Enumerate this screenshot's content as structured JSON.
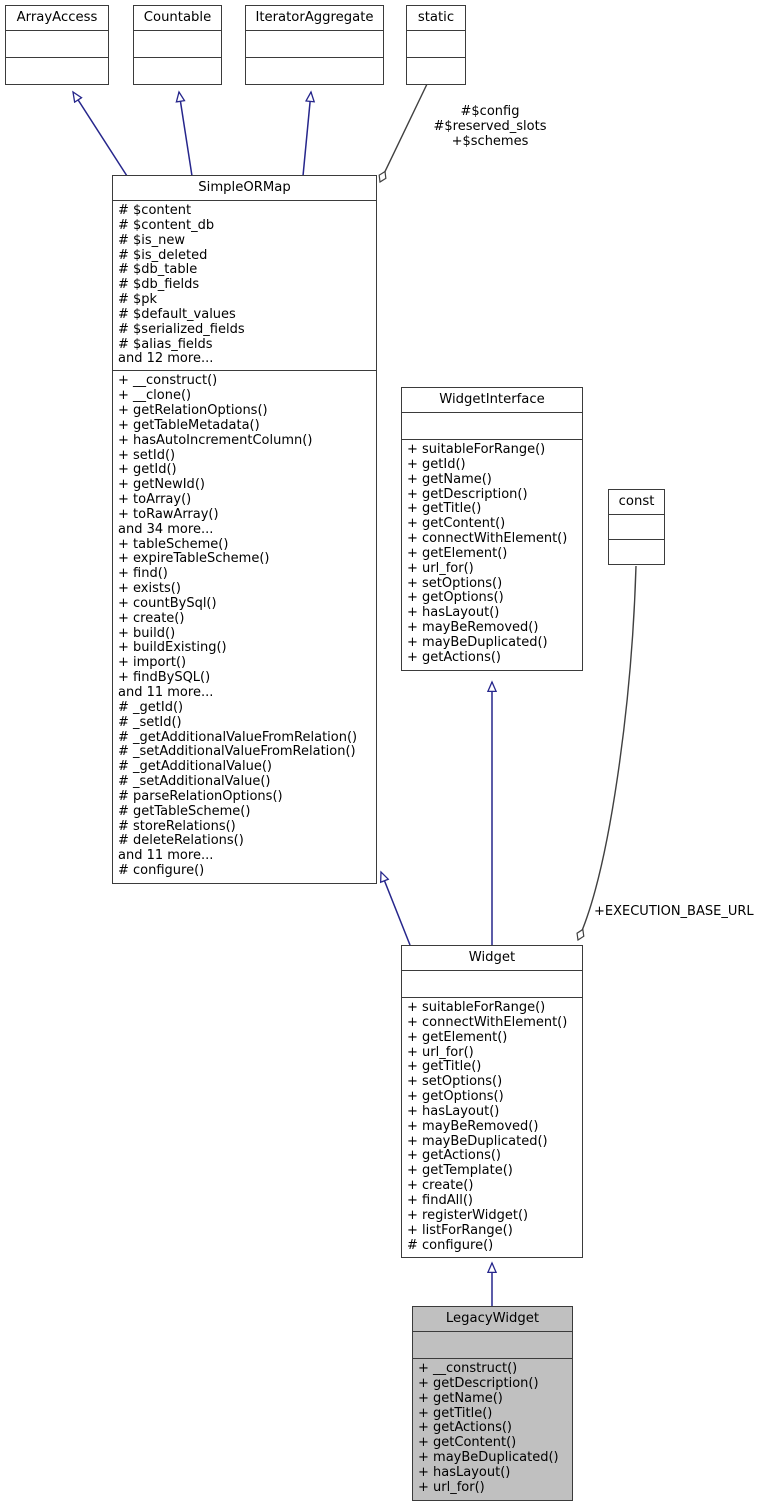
{
  "diagram": {
    "kind": "uml-class-diagram",
    "colors": {
      "inheritance_arrow": "#26268c",
      "aggregation_line": "#404040",
      "class_border": "#3b3b3b",
      "class_fill": "#ffffff",
      "highlight_fill": "#c0c0c0",
      "text": "#000000"
    },
    "classes": [
      {
        "id": "array-access",
        "name": "ArrayAccess",
        "attributes": [],
        "operations": [],
        "highlighted": false
      },
      {
        "id": "countable",
        "name": "Countable",
        "attributes": [],
        "operations": [],
        "highlighted": false
      },
      {
        "id": "iterator-aggregate",
        "name": "IteratorAggregate",
        "attributes": [],
        "operations": [],
        "highlighted": false
      },
      {
        "id": "static",
        "name": "static",
        "attributes": [],
        "operations": [],
        "highlighted": false
      },
      {
        "id": "simple-ormap",
        "name": "SimpleORMap",
        "attributes": [
          "# $content",
          "# $content_db",
          "# $is_new",
          "# $is_deleted",
          "# $db_table",
          "# $db_fields",
          "# $pk",
          "# $default_values",
          "# $serialized_fields",
          "# $alias_fields",
          "and 12 more..."
        ],
        "operations": [
          "+ __construct()",
          "+ __clone()",
          "+ getRelationOptions()",
          "+ getTableMetadata()",
          "+ hasAutoIncrementColumn()",
          "+ setId()",
          "+ getId()",
          "+ getNewId()",
          "+ toArray()",
          "+ toRawArray()",
          "and 34 more...",
          "+ tableScheme()",
          "+ expireTableScheme()",
          "+ find()",
          "+ exists()",
          "+ countBySql()",
          "+ create()",
          "+ build()",
          "+ buildExisting()",
          "+ import()",
          "+ findBySQL()",
          "and 11 more...",
          "# _getId()",
          "# _setId()",
          "# _getAdditionalValueFromRelation()",
          "# _setAdditionalValueFromRelation()",
          "# _getAdditionalValue()",
          "# _setAdditionalValue()",
          "# parseRelationOptions()",
          "# getTableScheme()",
          "# storeRelations()",
          "# deleteRelations()",
          "and 11 more...",
          "# configure()"
        ],
        "highlighted": false
      },
      {
        "id": "widget-interface",
        "name": "WidgetInterface",
        "attributes": [],
        "operations": [
          "+ suitableForRange()",
          "+ getId()",
          "+ getName()",
          "+ getDescription()",
          "+ getTitle()",
          "+ getContent()",
          "+ connectWithElement()",
          "+ getElement()",
          "+ url_for()",
          "+ setOptions()",
          "+ getOptions()",
          "+ hasLayout()",
          "+ mayBeRemoved()",
          "+ mayBeDuplicated()",
          "+ getActions()"
        ],
        "highlighted": false
      },
      {
        "id": "const",
        "name": "const",
        "attributes": [],
        "operations": [],
        "highlighted": false
      },
      {
        "id": "widget",
        "name": "Widget",
        "attributes": [],
        "operations": [
          "+ suitableForRange()",
          "+ connectWithElement()",
          "+ getElement()",
          "+ url_for()",
          "+ getTitle()",
          "+ setOptions()",
          "+ getOptions()",
          "+ hasLayout()",
          "+ mayBeRemoved()",
          "+ mayBeDuplicated()",
          "+ getActions()",
          "+ getTemplate()",
          "+ create()",
          "+ findAll()",
          "+ registerWidget()",
          "+ listForRange()",
          "# configure()"
        ],
        "highlighted": false
      },
      {
        "id": "legacy-widget",
        "name": "LegacyWidget",
        "attributes": [],
        "operations": [
          "+ __construct()",
          "+ getDescription()",
          "+ getName()",
          "+ getTitle()",
          "+ getActions()",
          "+ getContent()",
          "+ mayBeDuplicated()",
          "+ hasLayout()",
          "+ url_for()"
        ],
        "highlighted": true
      }
    ],
    "edges": [
      {
        "id": "simple-ormap-implements-array-access",
        "from": "simple-ormap",
        "to": "array-access",
        "type": "inheritance",
        "label": ""
      },
      {
        "id": "simple-ormap-implements-countable",
        "from": "simple-ormap",
        "to": "countable",
        "type": "inheritance",
        "label": ""
      },
      {
        "id": "simple-ormap-implements-iterator-aggregate",
        "from": "simple-ormap",
        "to": "iterator-aggregate",
        "type": "inheritance",
        "label": ""
      },
      {
        "id": "simple-ormap-aggregates-static",
        "from": "static",
        "to": "simple-ormap",
        "type": "aggregation",
        "label": "#$config\n#$reserved_slots\n+$schemes"
      },
      {
        "id": "widget-extends-simple-ormap",
        "from": "widget",
        "to": "simple-ormap",
        "type": "inheritance",
        "label": ""
      },
      {
        "id": "widget-implements-widget-interface",
        "from": "widget",
        "to": "widget-interface",
        "type": "inheritance",
        "label": ""
      },
      {
        "id": "widget-aggregates-const",
        "from": "const",
        "to": "widget",
        "type": "aggregation",
        "label": "+EXECUTION_BASE_URL"
      },
      {
        "id": "legacy-widget-extends-widget",
        "from": "legacy-widget",
        "to": "widget",
        "type": "inheritance",
        "label": ""
      }
    ],
    "labels": {
      "static_aggregation": "#$config\n#$reserved_slots\n+$schemes",
      "const_aggregation": "+EXECUTION_BASE_URL"
    }
  }
}
